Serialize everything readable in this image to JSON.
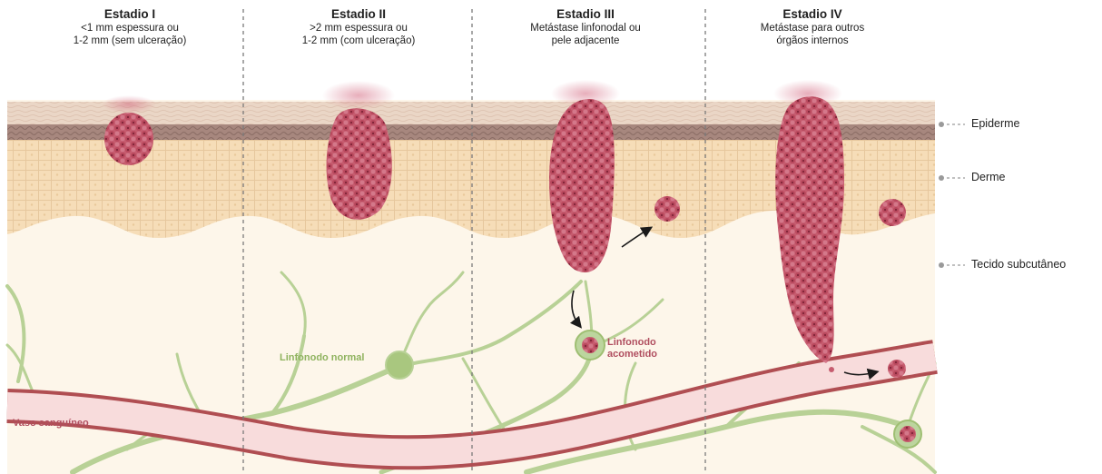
{
  "stages": [
    {
      "title": "Estadio I",
      "desc_line1": "<1 mm espessura ou",
      "desc_line2": "1-2 mm (sem ulceração)"
    },
    {
      "title": "Estadio II",
      "desc_line1": ">2 mm espessura ou",
      "desc_line2": "1-2 mm (com ulceração)"
    },
    {
      "title": "Estadio III",
      "desc_line1": "Metástase linfonodal ou",
      "desc_line2": "pele adjacente"
    },
    {
      "title": "Estadio IV",
      "desc_line1": "Metástase para outros",
      "desc_line2": "órgãos internos"
    }
  ],
  "layers": {
    "epidermis": "Epiderme",
    "dermis": "Derme",
    "subcutaneous": "Tecido subcutâneo"
  },
  "labels": {
    "normal_lymph_node": "Linfonodo normal",
    "affected_lymph_node_line1": "Linfonodo",
    "affected_lymph_node_line2": "acometido",
    "blood_vessel": "Vaso sanguíneo"
  },
  "colors": {
    "skin_surface": "#e7d0c0",
    "epidermis": "#a0837b",
    "dermis": "#f5dcb6",
    "subcutaneous": "#fdf6ea",
    "lymph_vessel": "#b5cf91",
    "lymph_text": "#8fb35f",
    "tumor": "#c6536a",
    "tumor_dark": "#9b3048",
    "vessel_border": "#b04e52",
    "vessel_fill": "#f8dcdc",
    "affected_text": "#b04e5f"
  }
}
